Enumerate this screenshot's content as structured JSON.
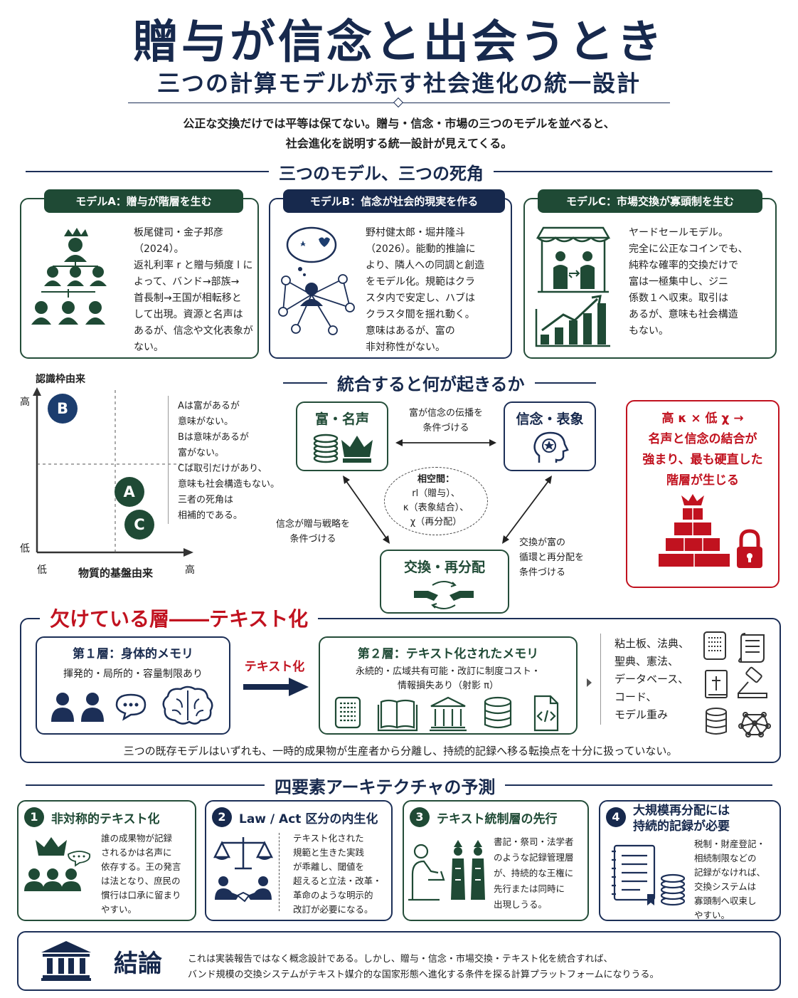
{
  "header": {
    "title": "贈与が信念と出会うとき",
    "subtitle": "三つの計算モデルが示す社会進化の統一設計",
    "intro_line1": "公正な交換だけでは平等は保てない。贈与・信念・市場の三つのモデルを並べると、",
    "intro_line2": "社会進化を説明する統一設計が見えてくる。"
  },
  "section_models": {
    "title": "三つのモデル、三つの死角",
    "model_a": {
      "label": "モデルA：贈与が階層を生む",
      "lines": [
        "板尾健司・金子邦彦（2024）。",
        "返礼利率 r と贈与頻度 l に",
        "よって、バンド→部族→",
        "首長制→王国が相転移と",
        "して出現。資源と名声は",
        "あるが、信念や文化表象が",
        "ない。"
      ]
    },
    "model_b": {
      "label": "モデルB：信念が社会的現実を作る",
      "lines": [
        "野村健太郎・堀井隆斗",
        "（2026）。能動的推論に",
        "より、隣人への同調と創造",
        "をモデル化。規範はクラ",
        "スタ内で安定し、ハブは",
        "クラスタ間を揺れ動く。",
        "意味はあるが、富の",
        "非対称性がない。"
      ]
    },
    "model_c": {
      "label": "モデルC：市場交換が寡頭制を生む",
      "lines": [
        "ヤードセールモデル。",
        "完全に公正なコインでも、",
        "純粋な確率的交換だけで",
        "富は一極集中し、ジニ",
        "係数１へ収束。取引は",
        "あるが、意味も社会構造",
        "もない。"
      ]
    }
  },
  "quadrant": {
    "y_axis_label": "認識枠由来",
    "x_axis_label": "物質的基盤由来",
    "y_high": "高",
    "y_low": "低",
    "x_low": "低",
    "x_high": "高",
    "points": [
      {
        "label": "B",
        "x": 0.2,
        "y": 0.88,
        "color": "#1c3d6e"
      },
      {
        "label": "A",
        "x": 0.72,
        "y": 0.35,
        "color": "#1f4a35"
      },
      {
        "label": "C",
        "x": 0.8,
        "y": 0.14,
        "color": "#1f4a35"
      }
    ],
    "notes": [
      "Aは富があるが",
      "意味がない。",
      "Bは意味があるが",
      "富がない。",
      "Cは取引だけがあり、",
      "意味も社会構造もない。",
      "三者の死角は",
      "相補的である。"
    ]
  },
  "section_integration": {
    "title": "統合すると何が起きるか",
    "node_wealth": "富・名声",
    "node_belief": "信念・表象",
    "node_exchange": "交換・再分配",
    "edge_top": [
      "富が信念の伝播を",
      "条件づける"
    ],
    "edge_left": [
      "信念が贈与戦略を",
      "条件づける"
    ],
    "edge_right": [
      "交換が富の",
      "循環と再分配を",
      "条件づける"
    ],
    "center": [
      "相空間：",
      "rl（贈与）、",
      "κ（表象結合）、",
      "χ（再分配）"
    ],
    "highlight": [
      "高 κ × 低 χ →",
      "名声と信念の結合が",
      "強まり、最も硬直した",
      "階層が生じる"
    ]
  },
  "section_missing": {
    "title": "欠けている層――テキスト化",
    "layer1_title": "第１層：身体的メモリ",
    "layer1_desc": "揮発的・局所的・容量制限あり",
    "arrow_label": "テキスト化",
    "layer2_title": "第２層：テキスト化されたメモリ",
    "layer2_desc1": "永続的・広域共有可能・改訂に制度コスト・",
    "layer2_desc2": "情報損失あり（射影 π）",
    "examples": [
      "粘土板、法典、",
      "聖典、憲法、",
      "データベース、",
      "コード、",
      "モデル重み"
    ],
    "footer": "三つの既存モデルはいずれも、一時的成果物が生産者から分離し、持続的記録へ移る転換点を十分に扱っていない。"
  },
  "section_predictions": {
    "title": "四要素アーキテクチャの予測",
    "items": [
      {
        "num": "1",
        "title": "非対称的テキスト化",
        "lines": [
          "誰の成果物が記録",
          "されるかは名声に",
          "依存する。王の発言",
          "は法となり、庶民の",
          "慣行は口承に留まり",
          "やすい。"
        ]
      },
      {
        "num": "2",
        "title": "Law / Act 区分の内生化",
        "lines": [
          "テキスト化された",
          "規範と生きた実践",
          "が乖離し、閾値を",
          "超えると立法・改革・",
          "革命のような明示的",
          "改訂が必要になる。"
        ]
      },
      {
        "num": "3",
        "title": "テキスト統制層の先行",
        "lines": [
          "書記・祭司・法学者",
          "のような記録管理層",
          "が、持続的な王権に",
          "先行または同時に",
          "出現しうる。"
        ]
      },
      {
        "num": "4",
        "title_line1": "大規模再分配には",
        "title_line2": "持続的記録が必要",
        "lines": [
          "税制・財産登記・",
          "相続制限などの",
          "記録がなければ、",
          "交換システムは",
          "寡頭制へ収束し",
          "やすい。"
        ]
      }
    ]
  },
  "conclusion": {
    "title": "結論",
    "line1": "これは実装報告ではなく概念設計である。しかし、贈与・信念・市場交換・テキスト化を統合すれば、",
    "line2": "バンド規模の交換システムがテキスト媒介的な国家形態へ進化する条件を探る計算プラットフォームになりうる。"
  },
  "colors": {
    "navy": "#17294d",
    "green": "#1f4a35",
    "red": "#c1121f"
  }
}
